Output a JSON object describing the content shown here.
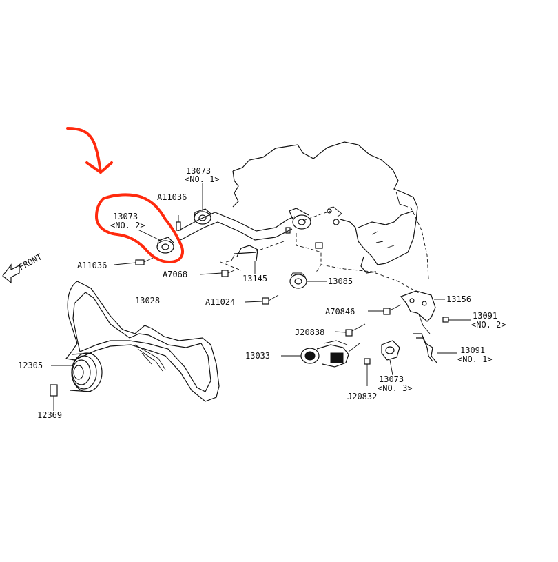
{
  "diagram": {
    "front_marker": "FRONT",
    "labels": {
      "p13073_no1_num": "13073",
      "p13073_no1_sub": "<NO. 1>",
      "a11036_top": "A11036",
      "p13073_no2_num": "13073",
      "p13073_no2_sub": "<NO. 2>",
      "a11036_left": "A11036",
      "a7068": "A7068",
      "p13145": "13145",
      "p13085": "13085",
      "a11024": "A11024",
      "p13028": "13028",
      "p13156": "13156",
      "a70846": "A70846",
      "p13091_no2_num": "13091",
      "p13091_no2_sub": "<NO. 2>",
      "j20838": "J20838",
      "p13033": "13033",
      "p13091_no1_num": "13091",
      "p13091_no1_sub": "<NO. 1>",
      "p12305": "12305",
      "p13073_no3_num": "13073",
      "p13073_no3_sub": "<NO. 3>",
      "j20832": "J20832",
      "p12369": "12369"
    },
    "annotation": {
      "color": "#ff2a0e",
      "highlighted_part": "13073 <NO. 2>"
    }
  }
}
